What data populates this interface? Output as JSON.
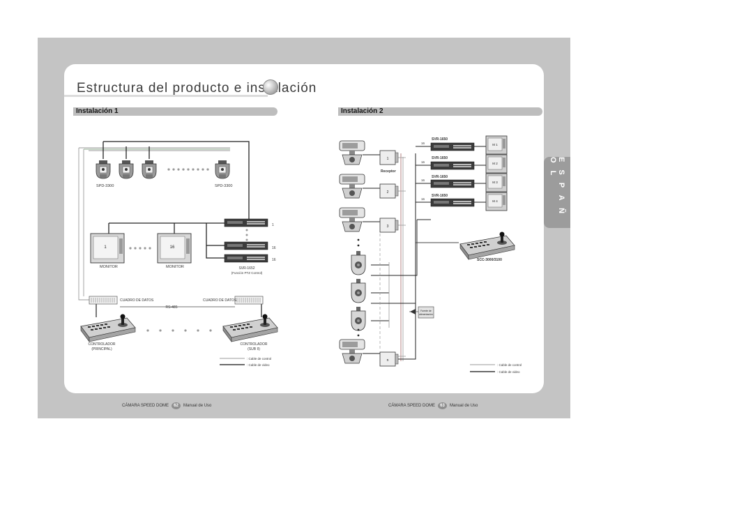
{
  "page_title": "Estructura del producto e instalación",
  "side_tab": "E S P A Ñ O L",
  "section1": {
    "title": "Instalación 1",
    "camera_label_left": "SPD-3300",
    "camera_label_right": "SPD-3300",
    "monitor1_number": "1",
    "monitor2_number": "16",
    "monitor_label_1": "MONITOR",
    "monitor_label_2": "MONITOR",
    "dvr_number_top": "1",
    "dvr_number_mid": "16",
    "dvr_number_bottom": "16",
    "dvr_model": "SVR-1652",
    "dvr_note": "(Función PTZ Control)",
    "junction_left": "CUADRO DE DATOS",
    "junction_right": "CUADRO DE DATOS",
    "bus_label": "RS-485",
    "controller_left_line1": "CONTROLADOR",
    "controller_left_line2": "(PRINCIPAL)",
    "controller_right_line1": "CONTROLADOR",
    "controller_right_line2": "(SUB II)",
    "legend_control": ": Cable de control",
    "legend_video": ": Cable de video"
  },
  "section2": {
    "title": "Instalación 2",
    "receiver_label": "Receptor",
    "receiver_numbers": [
      "1",
      "2",
      "3",
      "n"
    ],
    "dvr_models": [
      "SVR-1650",
      "SVR-1650",
      "SVR-1650",
      "SVR-1650"
    ],
    "dvr_inputs": [
      "16",
      "16",
      "16",
      "16"
    ],
    "monitor_labels": [
      "M 1",
      "M 2",
      "M 3",
      "M 4"
    ],
    "controller_label": "SCC-3000/3100",
    "power_label_line1": "Fuente de",
    "power_label_line2": "alimentación",
    "legend_control": ": Cable de control",
    "legend_video": ": Cable de video"
  },
  "footer_left": {
    "product": "CÁMARA SPEED DOME",
    "page": "62",
    "manual": "Manual de Uso"
  },
  "footer_right": {
    "product": "CÁMARA SPEED DOME",
    "page": "63",
    "manual": "Manual de Uso"
  }
}
